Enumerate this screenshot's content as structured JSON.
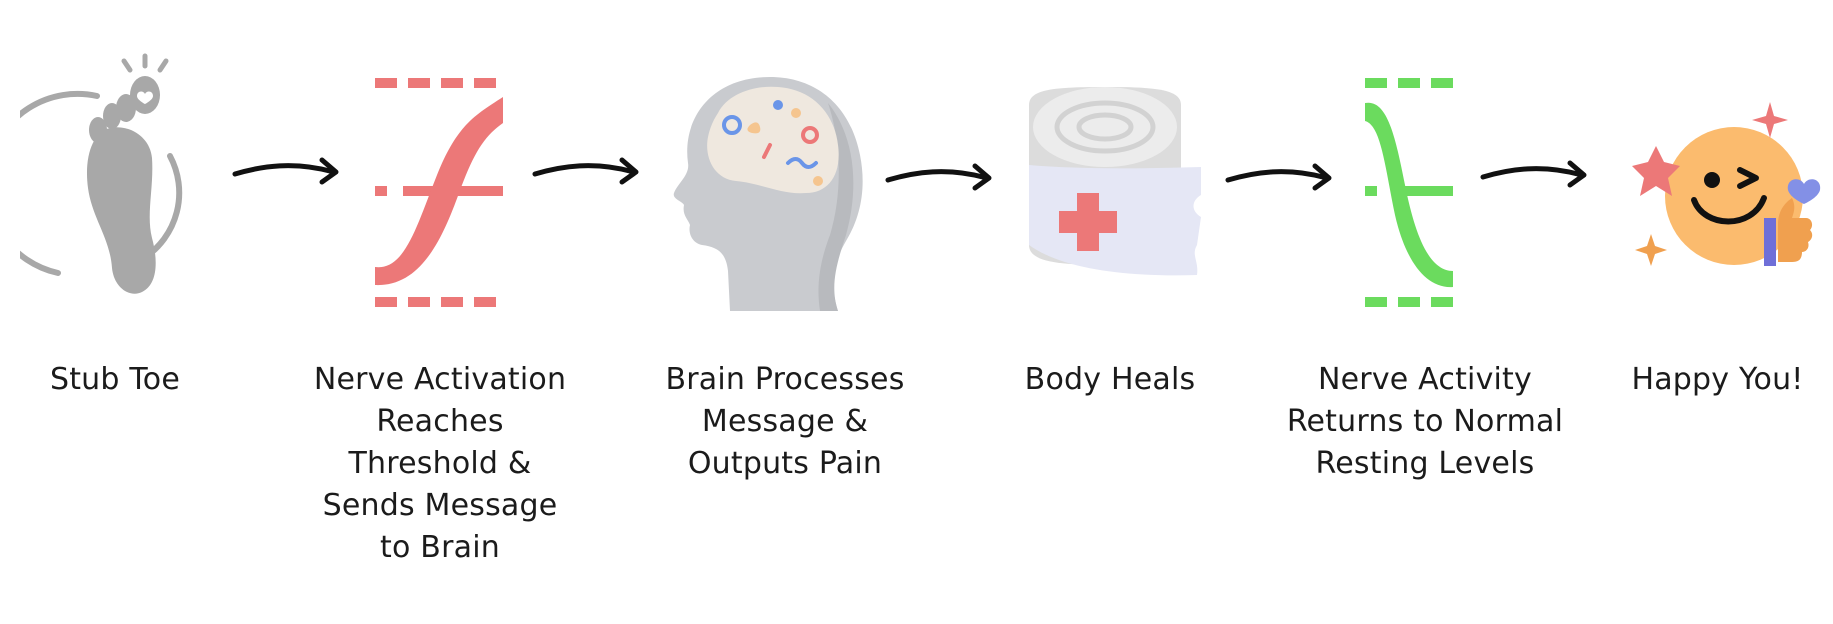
{
  "steps": [
    {
      "label": "Stub Toe",
      "icon": "foot-icon"
    },
    {
      "label": "Nerve Activation\nReaches\nThreshold &\nSends Message\nto Brain",
      "icon": "nerve-activation-curve-icon"
    },
    {
      "label": "Brain Processes\nMessage &\nOutputs Pain",
      "icon": "brain-head-icon"
    },
    {
      "label": "Body Heals",
      "icon": "bandage-icon"
    },
    {
      "label": "Nerve Activity\nReturns to Normal\nResting Levels",
      "icon": "nerve-resting-curve-icon"
    },
    {
      "label": "Happy You!",
      "icon": "happy-face-icon"
    }
  ],
  "colors": {
    "gray": "#a8a8a8",
    "nerve_red": "#ec7878",
    "nerve_green": "#6bdb5e",
    "smiley": "#fbbb6e",
    "text": "#1b1b1b"
  }
}
